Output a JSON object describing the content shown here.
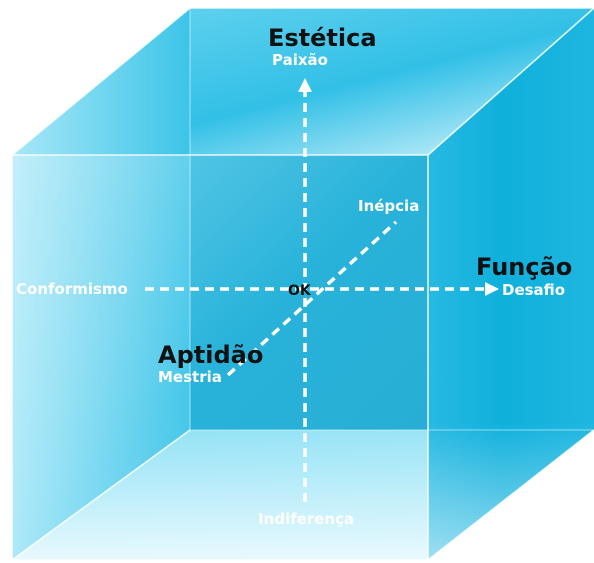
{
  "axes": {
    "vertical": {
      "top_title": "Estética",
      "top_subtitle": "Paixão",
      "bottom_label": "Indiferença"
    },
    "horizontal": {
      "right_title": "Função",
      "right_subtitle": "Desafio",
      "left_label": "Conformismo"
    },
    "depth": {
      "front_title": "Aptidão",
      "front_subtitle": "Mestria",
      "back_label": "Inépcia"
    }
  },
  "center_label": "OK",
  "colors": {
    "cube_face_light": "#bdeefa",
    "cube_face_mid": "#4fcbea",
    "cube_face_dark": "#0aa8d3",
    "arrows": "#ffffff",
    "title_text": "#111111",
    "subtitle_text": "#ffffff"
  }
}
